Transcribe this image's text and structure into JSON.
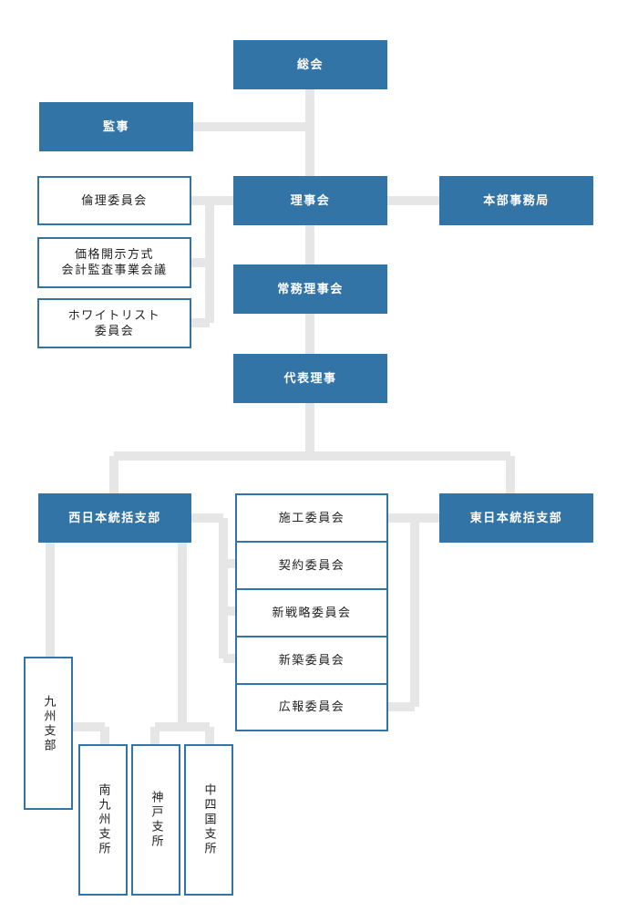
{
  "org": {
    "general_assembly": "総会",
    "auditor": "監事",
    "board": "理事会",
    "ethics_committee": "倫理委員会",
    "price_disclosure_committee": "価格開示方式\n会計監査事業会議",
    "whitelist_committee": "ホワイトリスト\n委員会",
    "headquarters_office": "本部事務局",
    "executive_board": "常務理事会",
    "representative_director": "代表理事",
    "west_branch": "西日本統括支部",
    "east_branch": "東日本統括支部",
    "committees": [
      "施工委員会",
      "契約委員会",
      "新戦略委員会",
      "新築委員会",
      "広報委員会"
    ],
    "kyushu_branch": "九州支部",
    "south_kyushu_branch": "南九州支所",
    "kobe_branch": "神戸支所",
    "chushikoku_branch": "中四国支所"
  },
  "colors": {
    "accent": "#3374a7",
    "connector": "#e6e6e6"
  }
}
